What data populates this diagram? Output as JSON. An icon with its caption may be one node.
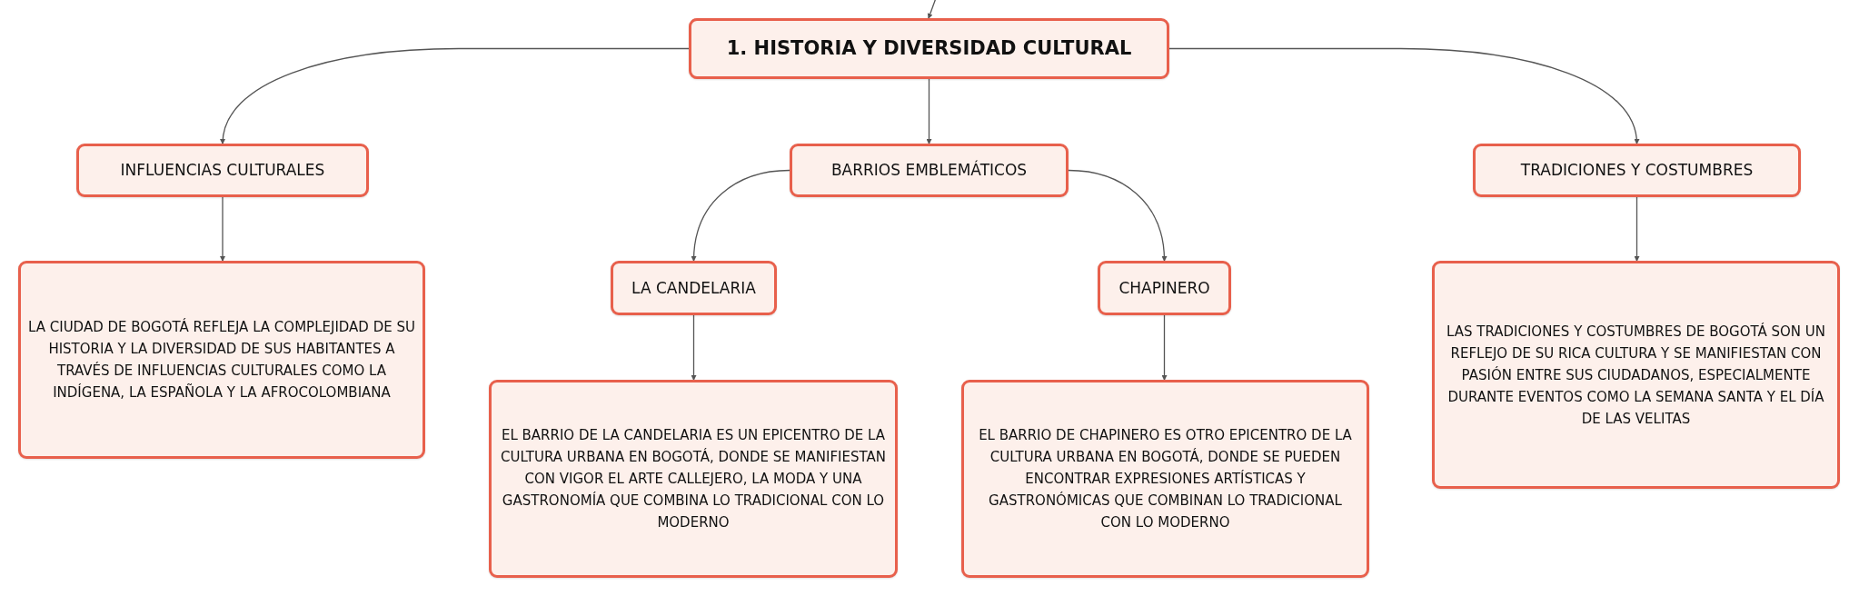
{
  "diagram": {
    "nodes": [
      {
        "text": [
          "1. HISTORIA Y DIVERSIDAD CULTURAL"
        ]
      },
      {
        "text": [
          "INFLUENCIAS CULTURALES"
        ]
      },
      {
        "text": [
          "BARRIOS EMBLEMÁTICOS"
        ]
      },
      {
        "text": [
          "TRADICIONES Y COSTUMBRES"
        ]
      },
      {
        "text": [
          "LA CIUDAD DE BOGOTÁ REFLEJA LA COMPLEJIDAD DE SU HISTORIA Y LA DIVERSIDAD DE SUS HABITANTES A TRAVÉS DE INFLUENCIAS CULTURALES COMO LA INDÍGENA, LA ESPAÑOLA Y LA AFROCOLOMBIANA"
        ]
      },
      {
        "text": [
          "LA CANDELARIA"
        ]
      },
      {
        "text": [
          "CHAPINERO"
        ]
      },
      {
        "text": [
          "EL BARRIO DE LA CANDELARIA ES UN EPICENTRO DE LA CULTURA URBANA EN BOGOTÁ, DONDE SE MANIFIESTAN CON VIGOR EL ARTE CALLEJERO, LA MODA Y UNA GASTRONOMÍA QUE COMBINA LO TRADICIONAL CON LO MODERNO"
        ]
      },
      {
        "text": [
          "EL BARRIO DE CHAPINERO ES OTRO EPICENTRO DE LA CULTURA URBANA EN BOGOTÁ, DONDE SE PUEDEN ENCONTRAR EXPRESIONES ARTÍSTICAS Y GASTRONÓMICAS QUE COMBINAN LO TRADICIONAL CON LO MODERNO"
        ]
      },
      {
        "text": [
          "LAS TRADICIONES Y COSTUMBRES DE BOGOTÁ SON UN REFLEJO DE SU RICA CULTURA Y SE MANIFIESTAN CON PASIÓN ENTRE SUS CIUDADANOS, ESPECIALMENTE DURANTE EVENTOS COMO LA SEMANA SANTA Y EL DÍA DE LAS VELITAS"
        ]
      }
    ],
    "edges": [
      {
        "from": null,
        "to": 0,
        "arrow": "to"
      },
      {
        "from": 0,
        "to": 1,
        "arrow": "to"
      },
      {
        "from": 0,
        "to": 2,
        "arrow": "to"
      },
      {
        "from": 0,
        "to": 3,
        "arrow": "to"
      },
      {
        "from": 1,
        "to": 4,
        "arrow": "to"
      },
      {
        "from": 2,
        "to": 5,
        "arrow": "to"
      },
      {
        "from": 2,
        "to": 6,
        "arrow": "to"
      },
      {
        "from": 5,
        "to": 7,
        "arrow": "to"
      },
      {
        "from": 6,
        "to": 8,
        "arrow": "to"
      },
      {
        "from": 3,
        "to": 9,
        "arrow": "to"
      }
    ]
  }
}
